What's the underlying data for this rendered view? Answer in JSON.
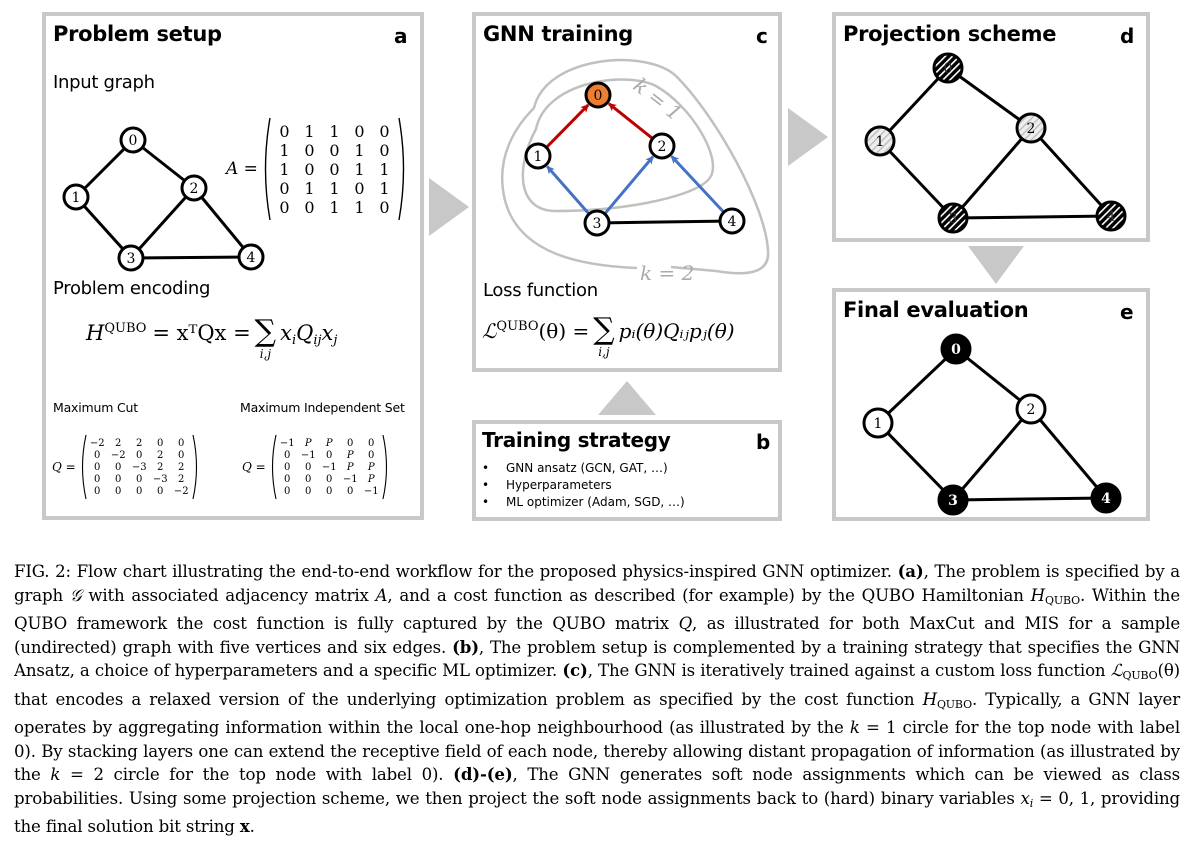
{
  "colors": {
    "panel_border": "#c8c8c8",
    "flow_arrow": "#c8c8c8",
    "highlight_node": "#ed7d31",
    "message_red": "#c00000",
    "message_blue": "#4472c4",
    "receptive_field": "#c0c0c0"
  },
  "graph": {
    "nodes": [
      "0",
      "1",
      "2",
      "3",
      "4"
    ],
    "edges": [
      [
        "0",
        "1"
      ],
      [
        "0",
        "2"
      ],
      [
        "1",
        "3"
      ],
      [
        "2",
        "3"
      ],
      [
        "2",
        "4"
      ],
      [
        "3",
        "4"
      ]
    ]
  },
  "panel_a": {
    "title": "Problem setup",
    "letter": "a",
    "input_graph_label": "Input graph",
    "adjacency_lhs": "A =",
    "adjacency_matrix": [
      [
        "0",
        "1",
        "1",
        "0",
        "0"
      ],
      [
        "1",
        "0",
        "0",
        "1",
        "0"
      ],
      [
        "1",
        "0",
        "0",
        "1",
        "1"
      ],
      [
        "0",
        "1",
        "1",
        "0",
        "1"
      ],
      [
        "0",
        "0",
        "1",
        "1",
        "0"
      ]
    ],
    "encoding_label": "Problem encoding",
    "hamiltonian": {
      "lhs": "H",
      "lhs_sub": "QUBO",
      "middle": "= xᵀQx =",
      "sum_index": "i,j",
      "rhs_parts": [
        "x",
        "i",
        "Q",
        "ij",
        "x",
        "j"
      ]
    },
    "maxcut": {
      "label": "Maximum Cut",
      "lhs": "Q =",
      "matrix": [
        [
          "−2",
          "2",
          "2",
          "0",
          "0"
        ],
        [
          "0",
          "−2",
          "0",
          "2",
          "0"
        ],
        [
          "0",
          "0",
          "−3",
          "2",
          "2"
        ],
        [
          "0",
          "0",
          "0",
          "−3",
          "2"
        ],
        [
          "0",
          "0",
          "0",
          "0",
          "−2"
        ]
      ]
    },
    "mis": {
      "label": "Maximum Independent Set",
      "lhs": "Q =",
      "matrix": [
        [
          "−1",
          "P",
          "P",
          "0",
          "0"
        ],
        [
          "0",
          "−1",
          "0",
          "P",
          "0"
        ],
        [
          "0",
          "0",
          "−1",
          "P",
          "P"
        ],
        [
          "0",
          "0",
          "0",
          "−1",
          "P"
        ],
        [
          "0",
          "0",
          "0",
          "0",
          "−1"
        ]
      ]
    }
  },
  "panel_b": {
    "title": "Training strategy",
    "letter": "b",
    "bullet": "•",
    "items": [
      "GNN ansatz (GCN, GAT, …)",
      "Hyperparameters",
      "ML optimizer (Adam, SGD, …)"
    ]
  },
  "panel_c": {
    "title": "GNN training",
    "letter": "c",
    "k1_label": "k = 1",
    "k2_label": "k = 2",
    "highlighted_node": "0",
    "loss_label": "Loss function",
    "loss": {
      "lhs": "ℒ",
      "lhs_sub": "QUBO",
      "lhs_arg": "(θ) =",
      "sum_index": "i,j",
      "rhs": "pᵢ(θ)Qᵢⱼpⱼ(θ)"
    }
  },
  "panel_d": {
    "title": "Projection scheme",
    "letter": "d",
    "node_fill": {
      "0": "dark-hatched",
      "1": "light-hatched",
      "2": "light-hatched",
      "3": "dark-hatched",
      "4": "dark-hatched"
    }
  },
  "panel_e": {
    "title": "Final evaluation",
    "letter": "e",
    "node_fill": {
      "0": "black",
      "1": "white",
      "2": "white",
      "3": "black",
      "4": "black"
    }
  },
  "caption": {
    "fig_label": "FIG. 2:",
    "segments": [
      {
        "t": " Flow chart illustrating the end-to-end workflow for the proposed physics-inspired GNN optimizer. "
      },
      {
        "b": "(a)"
      },
      {
        "t": ", The problem is specified by a graph "
      },
      {
        "i": "𝒢"
      },
      {
        "t": " with associated adjacency matrix "
      },
      {
        "i": "A"
      },
      {
        "t": ", and a cost function as described (for example) by the QUBO Hamiltonian "
      },
      {
        "i": "H",
        "sub": "QUBO"
      },
      {
        "t": ". Within the QUBO framework the cost function is fully captured by the QUBO matrix "
      },
      {
        "i": "Q"
      },
      {
        "t": ", as illustrated for both MaxCut and MIS for a sample (undirected) graph with five vertices and six edges. "
      },
      {
        "b": "(b)"
      },
      {
        "t": ", The problem setup is complemented by a training strategy that specifies the GNN Ansatz, a choice of hyperparameters and a specific ML optimizer. "
      },
      {
        "b": "(c)"
      },
      {
        "t": ", The GNN is iteratively trained against a custom loss function "
      },
      {
        "i": "ℒ",
        "sub": "QUBO",
        "after": "(θ)"
      },
      {
        "t": " that encodes a relaxed version of the underlying optimization problem as specified by the cost function "
      },
      {
        "i": "H",
        "sub": "QUBO"
      },
      {
        "t": ". Typically, a GNN layer operates by aggregating information within the local one-hop neighbourhood (as illustrated by the "
      },
      {
        "i": "k"
      },
      {
        "t": " = 1 circle for the top node with label 0). By stacking layers one can extend the receptive field of each node, thereby allowing distant propagation of information (as illustrated by the "
      },
      {
        "i": "k"
      },
      {
        "t": " = 2 circle for the top node with label 0). "
      },
      {
        "b": "(d)-(e)"
      },
      {
        "t": ", The GNN generates soft node assignments which can be viewed as class probabilities. Using some projection scheme, we then project the soft node assignments back to (hard) binary variables "
      },
      {
        "i": "x",
        "sub": "i"
      },
      {
        "t": " = 0, 1, providing the final solution bit string "
      },
      {
        "b": "x"
      },
      {
        "t": "."
      }
    ]
  }
}
